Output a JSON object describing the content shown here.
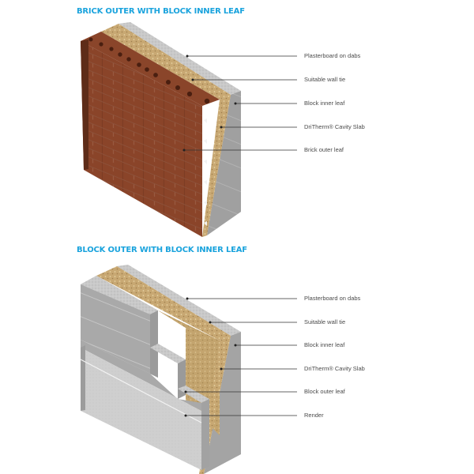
{
  "diagrams": [
    {
      "title": "BRICK OUTER WITH BLOCK INNER LEAF",
      "labels": [
        "Plasterboard on dabs",
        "Suitable wall tie",
        "Block inner leaf",
        "DriTherm® Cavity Slab",
        "Brick outer leaf"
      ]
    },
    {
      "title": "BLOCK OUTER WITH BLOCK INNER LEAF",
      "labels": [
        "Plasterboard on dabs",
        "Suitable wall tie",
        "Block inner leaf",
        "DriTherm® Cavity Slab",
        "Block outer leaf",
        "Render"
      ]
    }
  ],
  "colors": {
    "title": "#1aa3dd",
    "label_text": "#4a4a4a",
    "leader_line": "#333333",
    "brick": "#7a3b22",
    "block": "#b5b5b5",
    "insulation": "#c9ad7a",
    "render": "#d6d6d6"
  }
}
